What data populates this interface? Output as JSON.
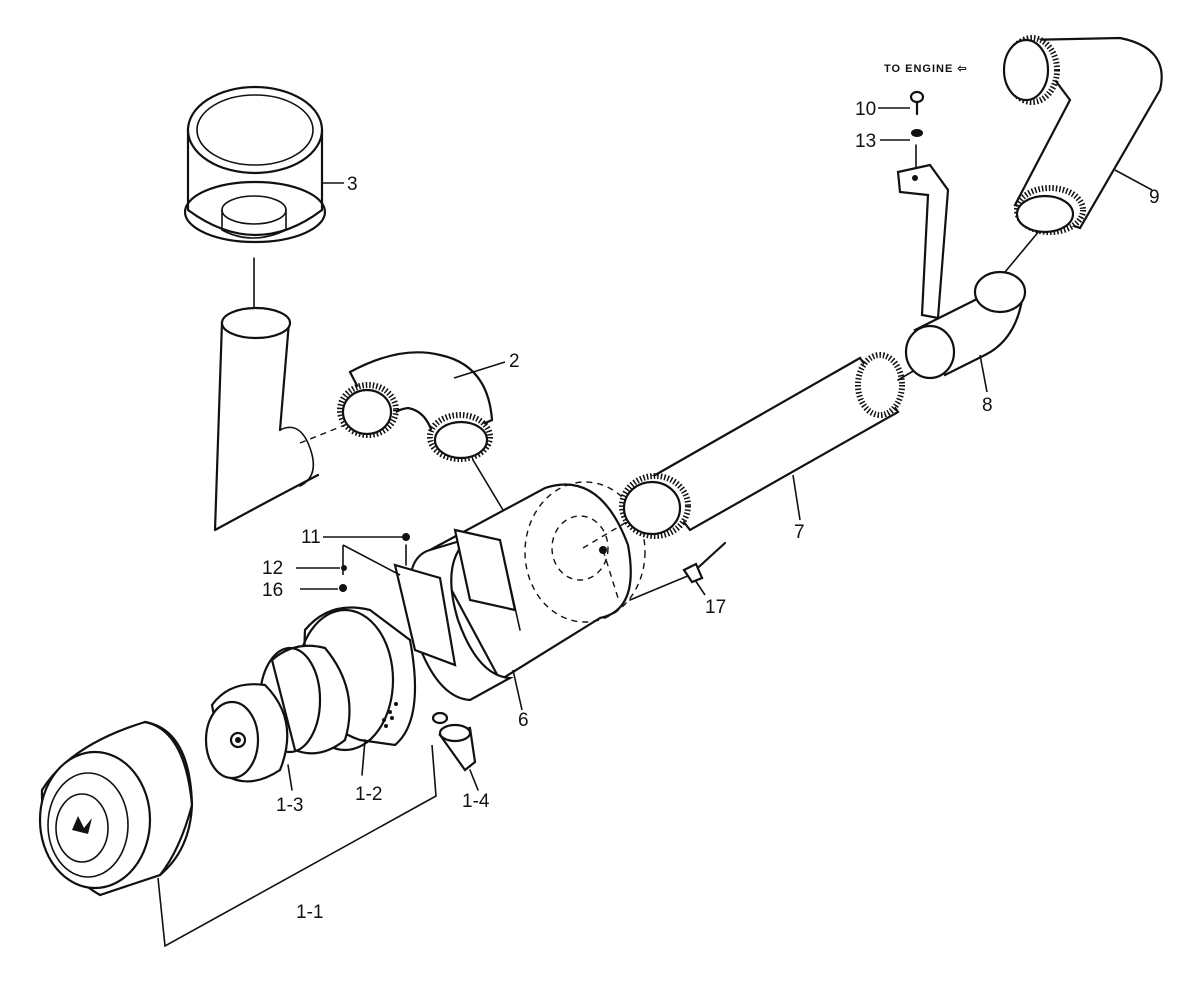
{
  "labels": {
    "p1_1": "1-1",
    "p1_2": "1-2",
    "p1_3": "1-3",
    "p1_4": "1-4",
    "p2": "2",
    "p3": "3",
    "p6": "6",
    "p7": "7",
    "p8": "8",
    "p9": "9",
    "p10": "10",
    "p11": "11",
    "p12": "12",
    "p13": "13",
    "p16": "16",
    "p17": "17"
  },
  "note": "TO ENGINE ⇦"
}
